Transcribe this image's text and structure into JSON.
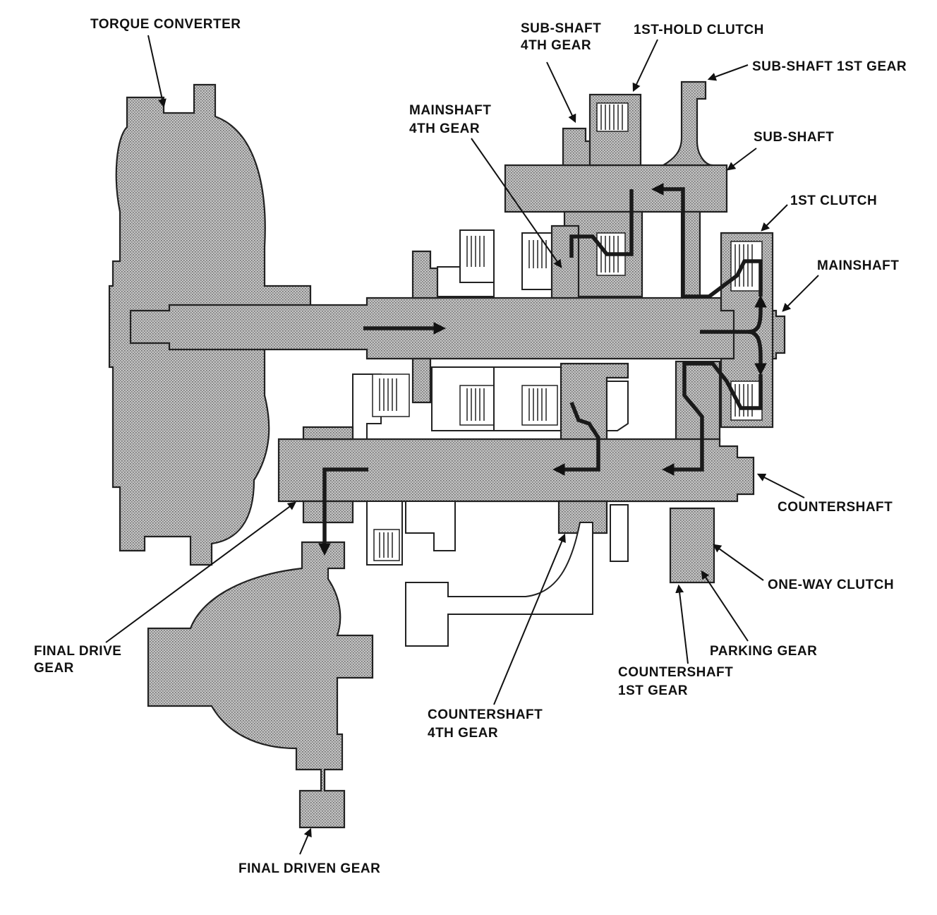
{
  "labels": {
    "torque_converter": "TORQUE CONVERTER",
    "sub_shaft_4th_gear_line1": "SUB-SHAFT",
    "sub_shaft_4th_gear_line2": "4TH GEAR",
    "first_hold_clutch": "1ST-HOLD CLUTCH",
    "sub_shaft_1st_gear": "SUB-SHAFT 1ST GEAR",
    "mainshaft_4th_gear_line1": "MAINSHAFT",
    "mainshaft_4th_gear_line2": "4TH GEAR",
    "sub_shaft": "SUB-SHAFT",
    "first_clutch": "1ST CLUTCH",
    "mainshaft": "MAINSHAFT",
    "countershaft": "COUNTERSHAFT",
    "one_way_clutch": "ONE-WAY CLUTCH",
    "parking_gear": "PARKING GEAR",
    "countershaft_1st_gear_line1": "COUNTERSHAFT",
    "countershaft_1st_gear_line2": "1ST GEAR",
    "final_drive_gear_line1": "FINAL DRIVE",
    "final_drive_gear_line2": "GEAR",
    "countershaft_4th_gear_line1": "COUNTERSHAFT",
    "countershaft_4th_gear_line2": "4TH GEAR",
    "final_driven_gear": "FINAL DRIVEN GEAR"
  },
  "colors": {
    "part_fill": "#b8b8b8",
    "ink": "#111111",
    "background": "#ffffff"
  }
}
